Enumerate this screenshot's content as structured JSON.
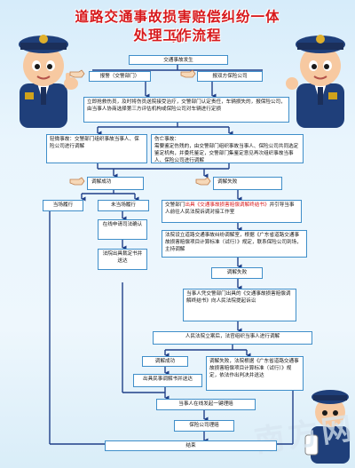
{
  "title": {
    "line1": "道路交通事故损害赔偿纠纷一体化",
    "line2": "处理工作流程"
  },
  "nodes": {
    "n1": "交通事故发生",
    "n2a": "报警（交警部门）",
    "n2b": "报双方保险公司",
    "n3": "立即抢救伤员，及时将伤员送院接受治疗，交警部门认定责任，车辆损失的，报保险公司，由当事人协商选择第三方评估机构或保险公司对车辆进行定损",
    "n4a": "轻微事故：交警部门组织事故当事人、保险公司进行调解",
    "n4b_title": "伤亡事故：",
    "n4b": "需要鉴定伤残的，由交警部门组织事故当事人、保险公司共同选定鉴定机构，并委托鉴定，交警部门集鉴定意见再次组织事故当事人、保险公司进行调解",
    "n5a": "调解成功",
    "n5b": "调解失败",
    "n6a": "当场履行",
    "n6b": "未当场履行",
    "n6c_pre": "交警部门",
    "n6c_red": "出具《交通事故损害赔偿调解终结书》",
    "n6c_post": "并引导当事人前往人民法院诉调对接工作室",
    "n7": "在线申请司法确认",
    "n8": "法院出具裁定书并送达",
    "n9": "法院设立道路交通事故纠纷调解室，根据《广东省道路交通事故损害赔偿项目计算标准（试行）》规定，联系保险公司到场，主持调解",
    "n10": "调解失败",
    "n11": "当事人凭交警部门出具的《交通事故损害赔偿调解终结书》向人民法院提起诉讼",
    "n12": "人民法院立案后，法官组织当事人进行调解",
    "n13a": "调解成功",
    "n13b": "调解失败，法院根据《广东省道路交通事故损害赔偿项目计算标准（试行）》规定，依法作出判决并送达",
    "n14": "出具民事调解书并送达",
    "n15": "当事人在线发起一键理赔",
    "n16": "保险公司理赔",
    "n17": "结束"
  },
  "watermark": "南方网"
}
